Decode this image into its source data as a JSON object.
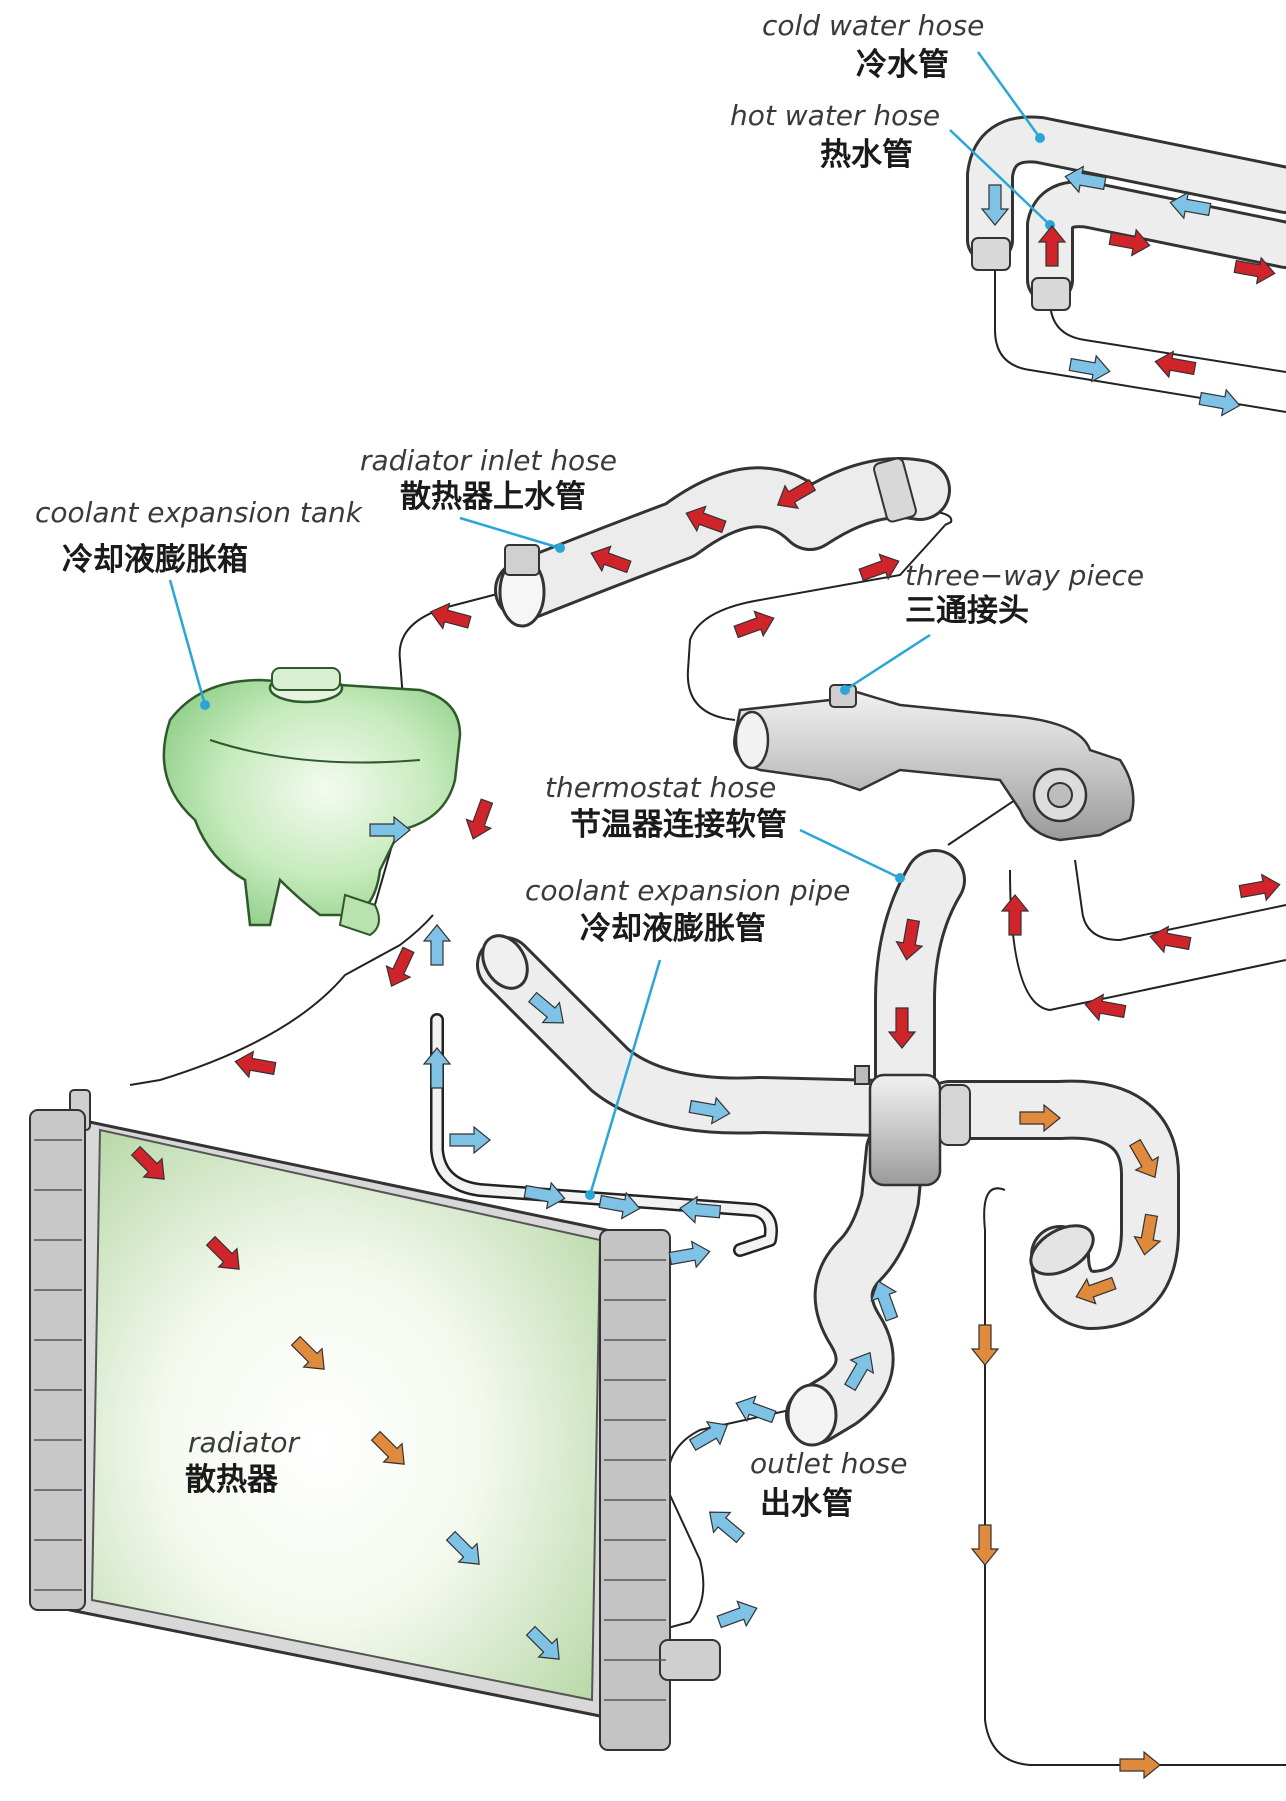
{
  "colors": {
    "hot_flow": "#d0242a",
    "cold_flow": "#7ec2e6",
    "warm_flow": "#e08a3e",
    "leader_line": "#2aa6d6",
    "hose_body": "#e6e6e6",
    "tank_fill": "#bfe6b5",
    "radiator_fill": "#eef6e6"
  },
  "labels": {
    "cold_water_hose": {
      "en": "cold water hose",
      "zh": "冷水管"
    },
    "hot_water_hose": {
      "en": "hot water hose",
      "zh": "热水管"
    },
    "radiator_inlet_hose": {
      "en": "radiator inlet hose",
      "zh": "散热器上水管"
    },
    "coolant_expansion_tank": {
      "en": "coolant expansion tank",
      "zh": "冷却液膨胀箱"
    },
    "three_way_piece": {
      "en": "three−way piece",
      "zh": "三通接头"
    },
    "thermostat_hose": {
      "en": "thermostat hose",
      "zh": "节温器连接软管"
    },
    "coolant_expansion_pipe": {
      "en": "coolant expansion pipe",
      "zh": "冷却液膨胀管"
    },
    "radiator": {
      "en": "radiator",
      "zh": "散热器"
    },
    "outlet_hose": {
      "en": "outlet hose",
      "zh": "出水管"
    }
  },
  "icons": [
    "flow-arrow-hot",
    "flow-arrow-cold",
    "flow-arrow-warm"
  ]
}
